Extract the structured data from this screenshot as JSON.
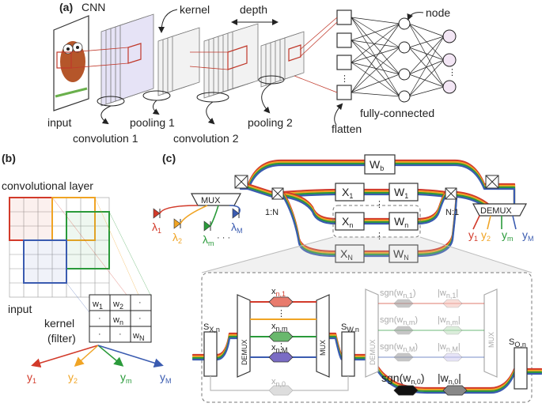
{
  "panel_a": {
    "tag": "(a)",
    "title": "CNN",
    "kernel": "kernel",
    "depth": "depth",
    "node": "node",
    "input": "input",
    "convolution1": "convolution 1",
    "pooling1": "pooling 1",
    "convolution2": "convolution 2",
    "pooling2": "pooling 2",
    "flatten": "flatten",
    "fully_connected": "fully-connected"
  },
  "panel_b": {
    "tag": "(b)",
    "conv_layer": "convolutional layer",
    "input": "input",
    "kernel": "kernel",
    "filter": "(filter)",
    "w1": "w",
    "w1_sub": "1",
    "w2": "w",
    "w2_sub": "2",
    "wn": "w",
    "wn_sub": "n",
    "wN": "w",
    "wN_sub": "N",
    "dot": "·",
    "outputs": [
      {
        "base": "y",
        "sub": "1",
        "color": "#d23a2a"
      },
      {
        "base": "y",
        "sub": "2",
        "color": "#f0a424"
      },
      {
        "base": "y",
        "sub": "m",
        "color": "#2a9a3a"
      },
      {
        "base": "y",
        "sub": "M",
        "color": "#3a5bb0"
      }
    ]
  },
  "panel_c": {
    "tag": "(c)",
    "wb": "W",
    "wb_sub": "b",
    "mux": "MUX",
    "demux": "DEMUX",
    "one_to_n": "1:N",
    "n_to_one": "N:1",
    "x1": "X",
    "x1_sub": "1",
    "xn": "X",
    "xn_sub": "n",
    "xN": "X",
    "xN_sub": "N",
    "w1": "W",
    "w1_sub": "1",
    "wn": "W",
    "wn_sub": "n",
    "wN": "W",
    "wN_sub": "N",
    "lambdas": [
      {
        "base": "λ",
        "sub": "1",
        "color": "#d23a2a"
      },
      {
        "base": "λ",
        "sub": "2",
        "color": "#f0a424"
      },
      {
        "base": "λ",
        "sub": "m",
        "color": "#2a9a3a"
      },
      {
        "base": "λ",
        "sub": "M",
        "color": "#3a5bb0"
      }
    ],
    "outputs": [
      {
        "base": "y",
        "sub": "1",
        "color": "#d23a2a"
      },
      {
        "base": "y",
        "sub": "2",
        "color": "#f0a424"
      },
      {
        "base": "y",
        "sub": "m",
        "color": "#2a9a3a"
      },
      {
        "base": "y",
        "sub": "M",
        "color": "#3a5bb0"
      }
    ]
  },
  "detail": {
    "sxn": "S",
    "sxn_sub": "X,n",
    "swn": "S",
    "swn_sub": "W,n",
    "son": "S",
    "son_sub": "O,n",
    "demux": "DEMUX",
    "mux": "MUX",
    "x_n1": "x",
    "x_n1_sub": "n,1",
    "x_nm": "x",
    "x_nm_sub": "n,m",
    "x_nM": "x",
    "x_nM_sub": "n,M",
    "x_n0": "x",
    "x_n0_sub": "n,0",
    "sgn1": "sgn(w",
    "sgn1_sub": "n,1",
    "close": ")",
    "sgnm": "sgn(w",
    "sgnm_sub": "n,m",
    "sgnM": "sgn(w",
    "sgnM_sub": "n,M",
    "sgn0": "sgn(w",
    "sgn0_sub": "n,0",
    "abs1": "|w",
    "abs1_sub": "n,1",
    "bar": "|",
    "absm": "|w",
    "absm_sub": "n,m",
    "absM": "|w",
    "absM_sub": "n,M",
    "abs0": "|w",
    "abs0_sub": "n,0"
  },
  "colors": {
    "red": "#d23a2a",
    "orange": "#f0a424",
    "green": "#2a9a3a",
    "blue": "#3a5bb0",
    "kernel_red": "#c0392b",
    "violet_fill": "#e6e3f6"
  }
}
